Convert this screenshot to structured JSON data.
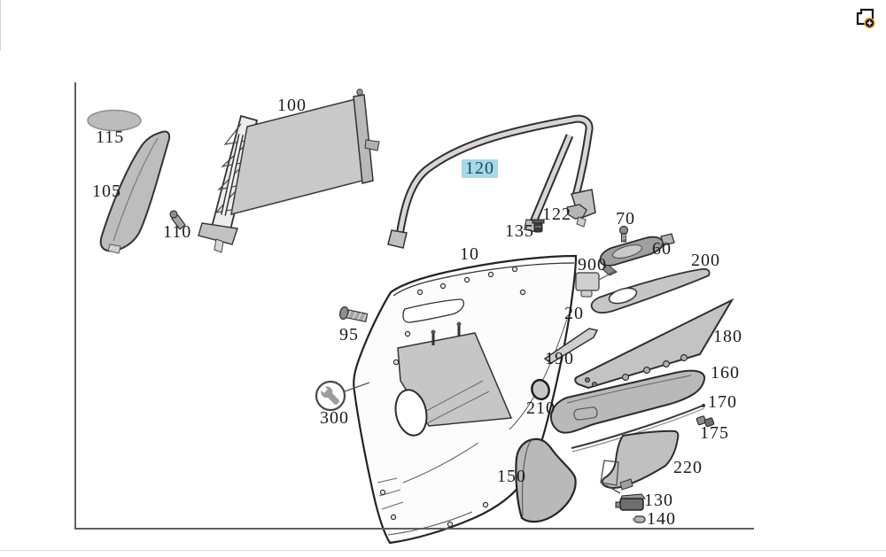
{
  "theme": {
    "highlight_bg": "#a9d7e6",
    "highlight_text": "#0e4e66",
    "label_color": "#1c1c1c",
    "frame_color": "#5f5f5f",
    "icon_accent": "#f0a63c"
  },
  "toolbar": {
    "new_window_icon": "page-add-icon"
  },
  "diagram": {
    "description": "Exploded parts diagram of a rear door interior panel assembly",
    "selected_part": "120",
    "parts": [
      {
        "label": "115",
        "highlighted": false
      },
      {
        "label": "105",
        "highlighted": false
      },
      {
        "label": "110",
        "highlighted": false
      },
      {
        "label": "100",
        "highlighted": false
      },
      {
        "label": "120",
        "highlighted": true
      },
      {
        "label": "122",
        "highlighted": false
      },
      {
        "label": "135",
        "highlighted": false
      },
      {
        "label": "70",
        "highlighted": false
      },
      {
        "label": "60",
        "highlighted": false
      },
      {
        "label": "900",
        "highlighted": false
      },
      {
        "label": "200",
        "highlighted": false
      },
      {
        "label": "10",
        "highlighted": false
      },
      {
        "label": "95",
        "highlighted": false
      },
      {
        "label": "20",
        "highlighted": false
      },
      {
        "label": "190",
        "highlighted": false
      },
      {
        "label": "180",
        "highlighted": false
      },
      {
        "label": "210",
        "highlighted": false
      },
      {
        "label": "160",
        "highlighted": false
      },
      {
        "label": "170",
        "highlighted": false
      },
      {
        "label": "175",
        "highlighted": false
      },
      {
        "label": "300",
        "highlighted": false
      },
      {
        "label": "150",
        "highlighted": false
      },
      {
        "label": "220",
        "highlighted": false
      },
      {
        "label": "130",
        "highlighted": false
      },
      {
        "label": "140",
        "highlighted": false
      }
    ]
  }
}
